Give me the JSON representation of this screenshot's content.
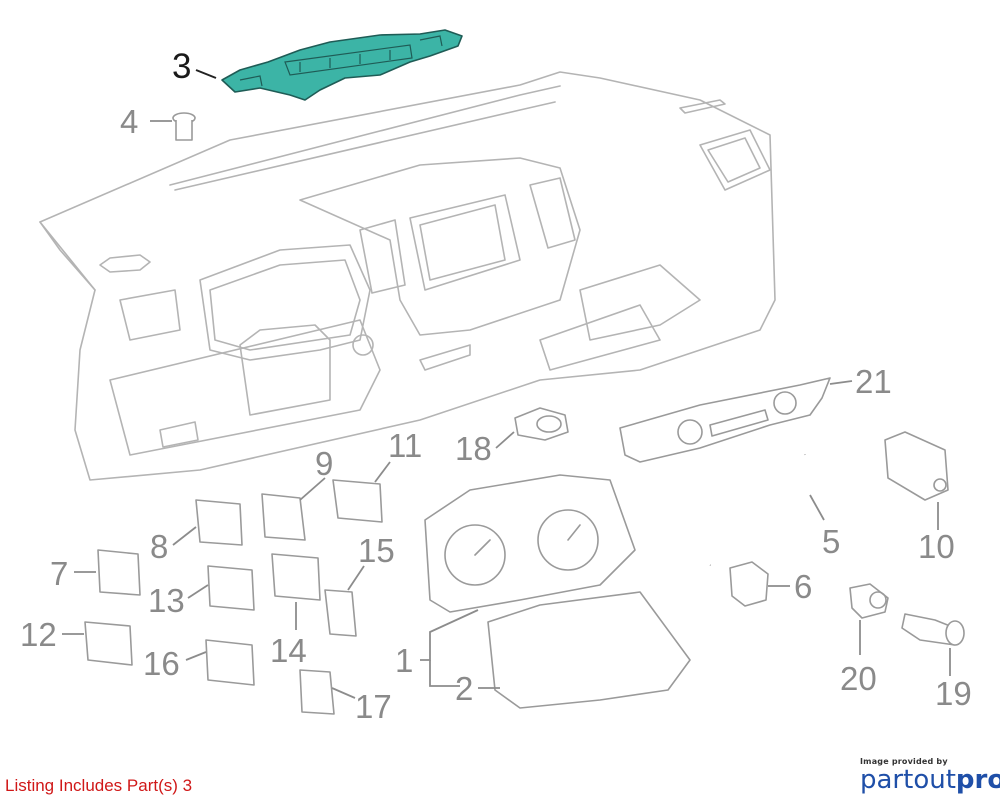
{
  "callouts": {
    "c1": "1",
    "c2": "2",
    "c3": "3",
    "c4": "4",
    "c5": "5",
    "c6": "6",
    "c7": "7",
    "c8": "8",
    "c9": "9",
    "c10": "10",
    "c11": "11",
    "c12": "12",
    "c13": "13",
    "c14": "14",
    "c15": "15",
    "c16": "16",
    "c17": "17",
    "c18": "18",
    "c19": "19",
    "c20": "20",
    "c21": "21"
  },
  "listing_note": "Listing Includes Part(s) 3",
  "watermark": {
    "provided_by": "Image provided by",
    "brand_part1": "partout",
    "brand_part2": "pro"
  },
  "colors": {
    "highlight": "#3cb4a6",
    "listing_note": "#d01818",
    "brand": "#1f4fa8"
  }
}
